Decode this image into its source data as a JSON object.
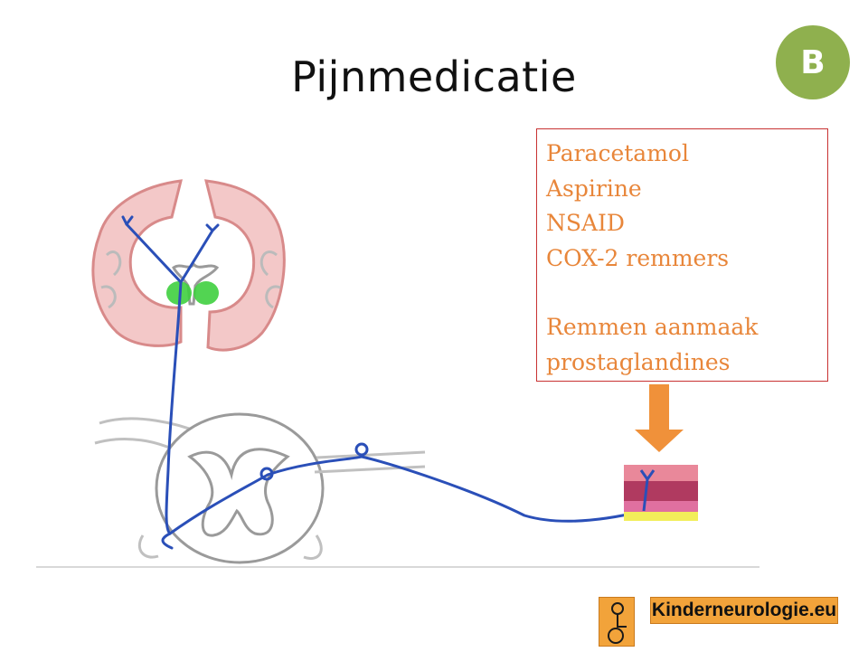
{
  "slide": {
    "title": "Pijnmedicatie",
    "badge": "B",
    "badge_color": "#8fb04e"
  },
  "infobox": {
    "lines": [
      "Paracetamol",
      "Aspirine",
      "NSAID",
      "COX-2 remmers"
    ],
    "effect_lines": [
      "Remmen aanmaak",
      "prostaglandines"
    ],
    "text_color": "#e8863a",
    "border_color": "#c83232"
  },
  "colors": {
    "nerve": "#2a4fb8",
    "cortex": "#e8a0a0",
    "thalamus": "#3fcf3f",
    "arrow": "#f0913a",
    "skin_top": "#d9607a",
    "skin_dermis": "#b03a60",
    "skin_base": "#f2ee5a"
  },
  "logo": {
    "text": "Kinderneurologie.eu",
    "icon": "child-wheelchair-icon",
    "color": "#f2a33a"
  }
}
